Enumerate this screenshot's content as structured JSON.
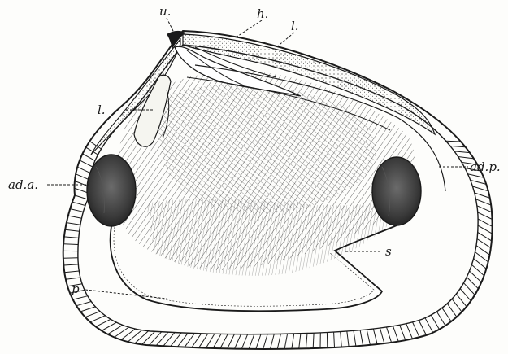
{
  "figure": {
    "labels": {
      "umbo": "u.",
      "hinge": "h.",
      "ligament_right": "l.",
      "ligament_left": "l.",
      "anterior_adductor": "ad.a.",
      "posterior_adductor": "ad.p.",
      "siphonal_sinus": "s",
      "pallial_line": "p"
    },
    "colors": {
      "ink": "#1a1a1a",
      "paper": "#fdfdfb",
      "muscle_scar": "#3a3a3a"
    }
  }
}
